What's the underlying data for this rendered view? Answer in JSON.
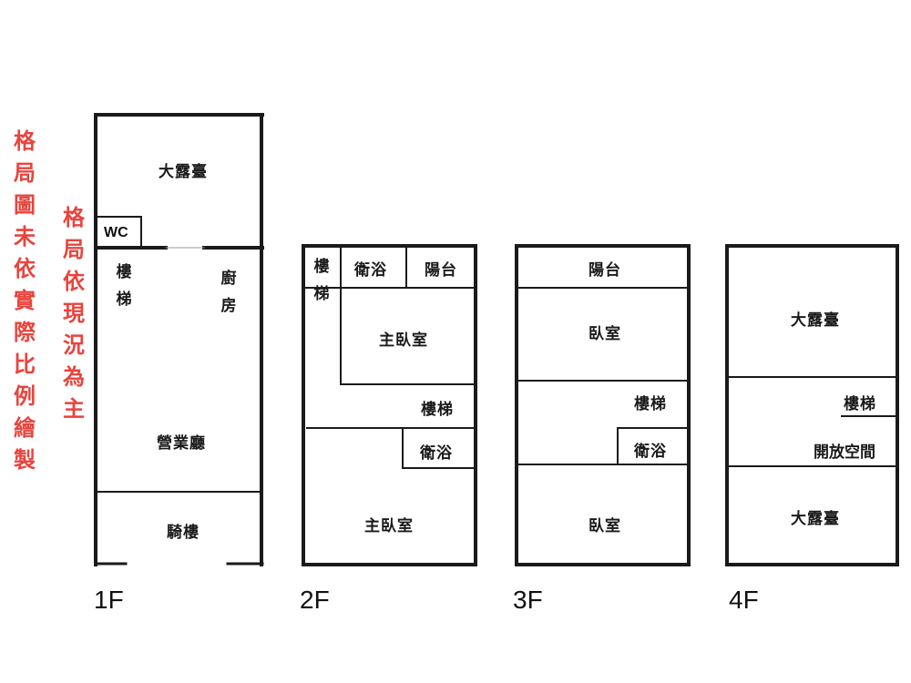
{
  "disclaimer": {
    "note1": "格局圖未依實際比例繪製",
    "note2": "格局依現況為主"
  },
  "colors": {
    "disclaimer": "#e8443e",
    "wall": "#1a1a1a"
  },
  "floors": {
    "f1": {
      "label": "1F",
      "rooms": {
        "terrace": "大露臺",
        "wc": "WC",
        "stairs": "樓梯",
        "kitchen": "廚房",
        "hall": "營業廳",
        "arcade": "騎樓"
      }
    },
    "f2": {
      "label": "2F",
      "rooms": {
        "stairs_top": "樓梯",
        "bath_top": "衛浴",
        "balcony": "陽台",
        "master_top": "主臥室",
        "stairs_mid": "樓梯",
        "bath_mid": "衛浴",
        "master_bottom": "主臥室"
      }
    },
    "f3": {
      "label": "3F",
      "rooms": {
        "balcony": "陽台",
        "bedroom_top": "臥室",
        "stairs": "樓梯",
        "bath": "衛浴",
        "bedroom_bottom": "臥室"
      }
    },
    "f4": {
      "label": "4F",
      "rooms": {
        "terrace_top": "大露臺",
        "stairs": "樓梯",
        "open_space": "開放空間",
        "terrace_bottom": "大露臺"
      }
    }
  }
}
